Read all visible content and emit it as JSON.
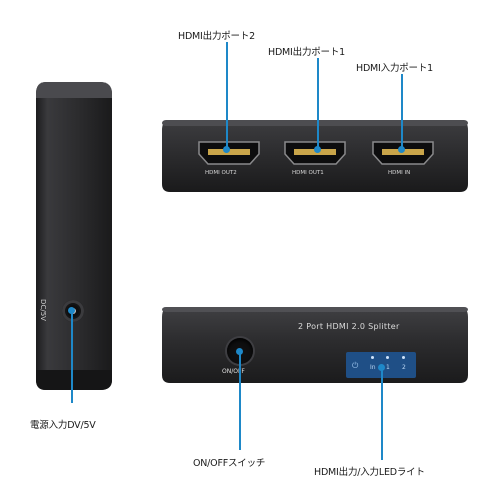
{
  "callouts": {
    "hdmi_out_2": "HDMI出力ポート2",
    "hdmi_out_1": "HDMI出力ポート1",
    "hdmi_in_1": "HDMI入力ポート1",
    "power_input": "電源入力DV/5V",
    "on_off_switch": "ON/OFFスイッチ",
    "led_lights": "HDMI出力/入力LEDライト"
  },
  "device_back": {
    "ports": [
      {
        "label": "HDMI OUT2"
      },
      {
        "label": "HDMI OUT1"
      },
      {
        "label": "HDMI IN"
      }
    ]
  },
  "device_side": {
    "dc_label": "DC/5V"
  },
  "device_front": {
    "title": "2 Port HDMI 2.0 Splitter",
    "switch_label": "ON/OFF",
    "led_labels": [
      "In",
      "1",
      "2"
    ]
  },
  "colors": {
    "accent": "#1e88c8",
    "device_body": "#2a2a2c"
  }
}
